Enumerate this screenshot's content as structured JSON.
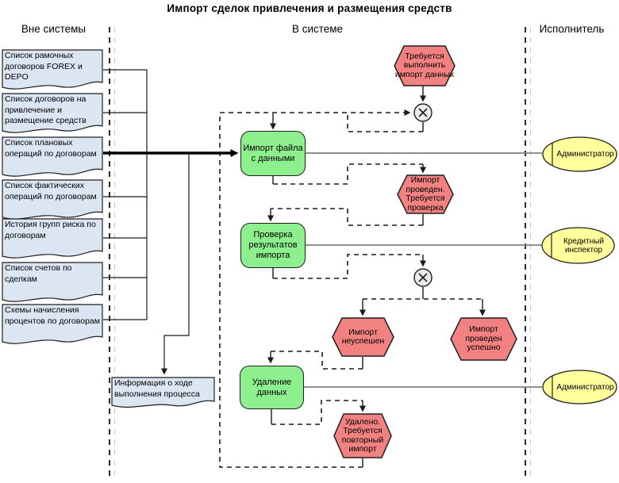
{
  "title": "Импорт сделок привлечения и размещения средств",
  "lanes": {
    "left": "Вне системы",
    "center": "В системе",
    "right": "Исполнитель"
  },
  "documents": [
    "Список рамочных договоров FOREX и DEPO",
    "Список договоров на привлечение и размещение средств",
    "Список плановых операций по договорам",
    "Список фактических операций по договорам",
    "История групп риска по договорам",
    "Список счетов по сделкам",
    "Схемы начисления процентов по договорам"
  ],
  "output_document": "Информация о ходе выполнения процесса",
  "functions": [
    "Импорт файла с данными",
    "Проверка результатов импорта",
    "Удаление данных"
  ],
  "events": [
    "Требуется выполнить импорт данных",
    "Импорт проведен. Требуется проверка",
    "Импорт неуспешен",
    "Импорт проведен успешно",
    "Удалено. Требуется повторный импорт"
  ],
  "actors": [
    "Администратор",
    "Кредитный инспектор",
    "Администратор"
  ],
  "colors": {
    "event_fill": "#f28181",
    "event_stroke": "#1f1f1f",
    "function_fill": "#8def8d",
    "function_stroke": "#1f1f1f",
    "actor_fill": "#ffff9c",
    "document_fill": "#dce6f2",
    "xor_fill": "#ebebeb",
    "line": "#1a1a1a",
    "actor_line": "#808080"
  }
}
